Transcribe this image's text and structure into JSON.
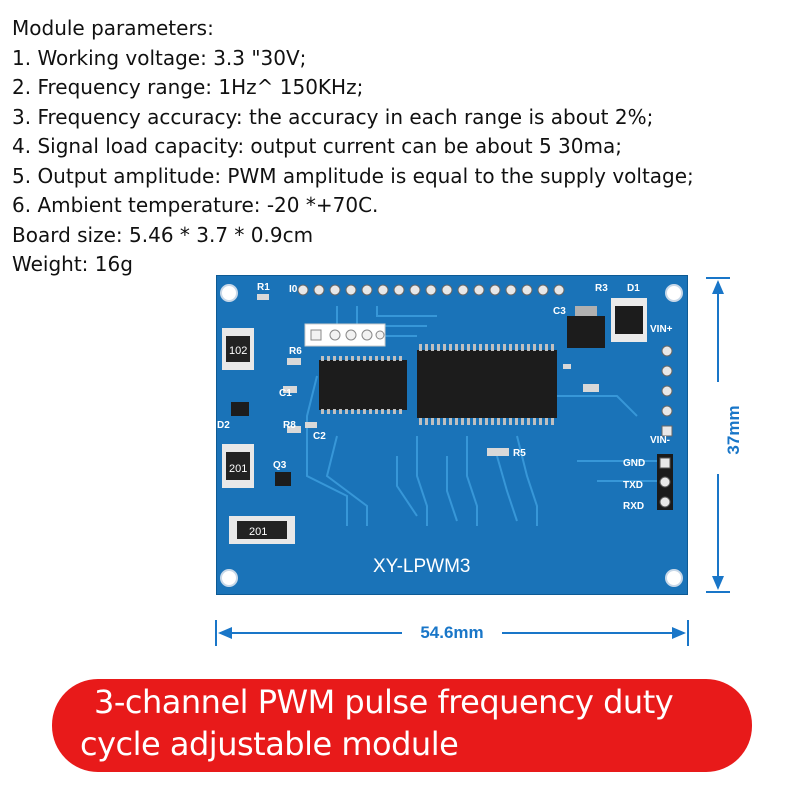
{
  "specs": {
    "title": "Module parameters:",
    "lines": [
      "1. Working voltage: 3.3 \"30V;",
      "2. Frequency range: 1Hz^ 150KHz;",
      "3. Frequency accuracy: the accuracy in each range is about 2%;",
      "4. Signal load capacity: output current can be about 5 30ma;",
      "5. Output amplitude: PWM amplitude is equal to the supply voltage;",
      "6. Ambient temperature: -20 *+70C."
    ],
    "board_size": "Board size: 5.46 * 3.7 * 0.9cm",
    "weight": "Weight: 16g"
  },
  "board": {
    "model": "XY-LPWM3",
    "labels": {
      "r3": "R3",
      "d1": "D1",
      "c3": "C3",
      "vin_plus": "VIN+",
      "vin_minus": "VIN-",
      "gnd": "GND",
      "txd": "TXD",
      "rxd": "RXD",
      "r6": "R6",
      "c1": "C1",
      "r8": "R8",
      "c2": "C2",
      "q3": "Q3",
      "r5": "R5",
      "r1": "R1",
      "i0": "I0",
      "d2": "D2",
      "res_102": "102",
      "res_201a": "201",
      "res_201b": "201"
    }
  },
  "dimensions": {
    "height": "37mm",
    "width": "54.6mm"
  },
  "banner": {
    "line1": "3-channel PWM pulse frequency duty",
    "line2": "cycle adjustable module"
  },
  "colors": {
    "board": "#1a73b8",
    "dimension": "#1976c8",
    "banner": "#e81a1a"
  }
}
